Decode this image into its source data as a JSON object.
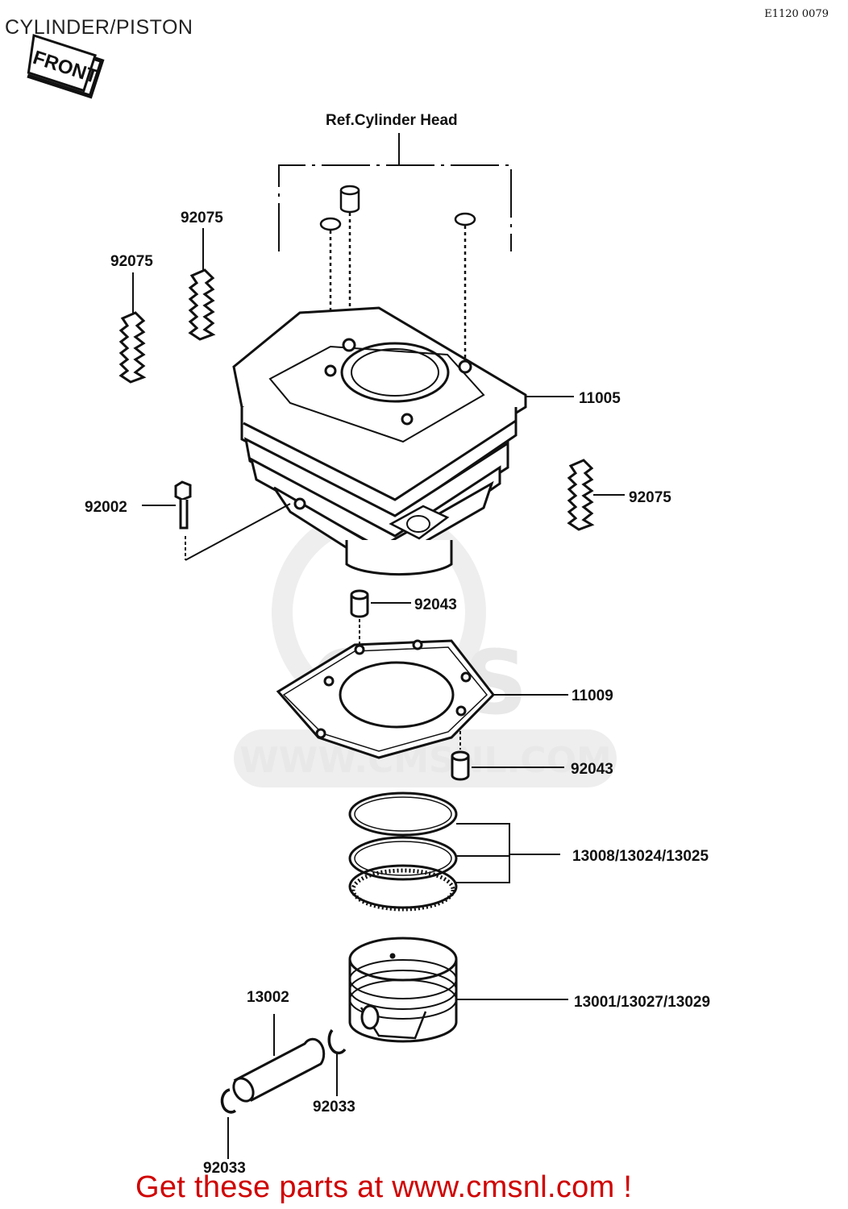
{
  "page_title": "CYLINDER/PISTON",
  "diagram_code": "E1120 0079",
  "front_tag": "FRONT",
  "reference_label": "Ref.Cylinder Head",
  "watermark": {
    "brand": "CMS",
    "url": "WWW.CMSNL.COM"
  },
  "labels": {
    "cylinder": "11005",
    "cylinder_gasket": "11009",
    "bolt": "92002",
    "dowel_pin_top": "92043",
    "dowel_pin_bottom": "92043",
    "damper_left": "92075",
    "damper_center": "92075",
    "damper_right": "92075",
    "piston_ring_set": "13008/13024/13025",
    "piston": "13001/13027/13029",
    "piston_pin": "13002",
    "snap_ring_right": "92033",
    "snap_ring_left": "92033"
  },
  "call_to_action": "Get these parts at www.cmsnl.com !",
  "colors": {
    "line": "#111111",
    "cta": "#d00000",
    "watermark": "#e6e6e6"
  }
}
